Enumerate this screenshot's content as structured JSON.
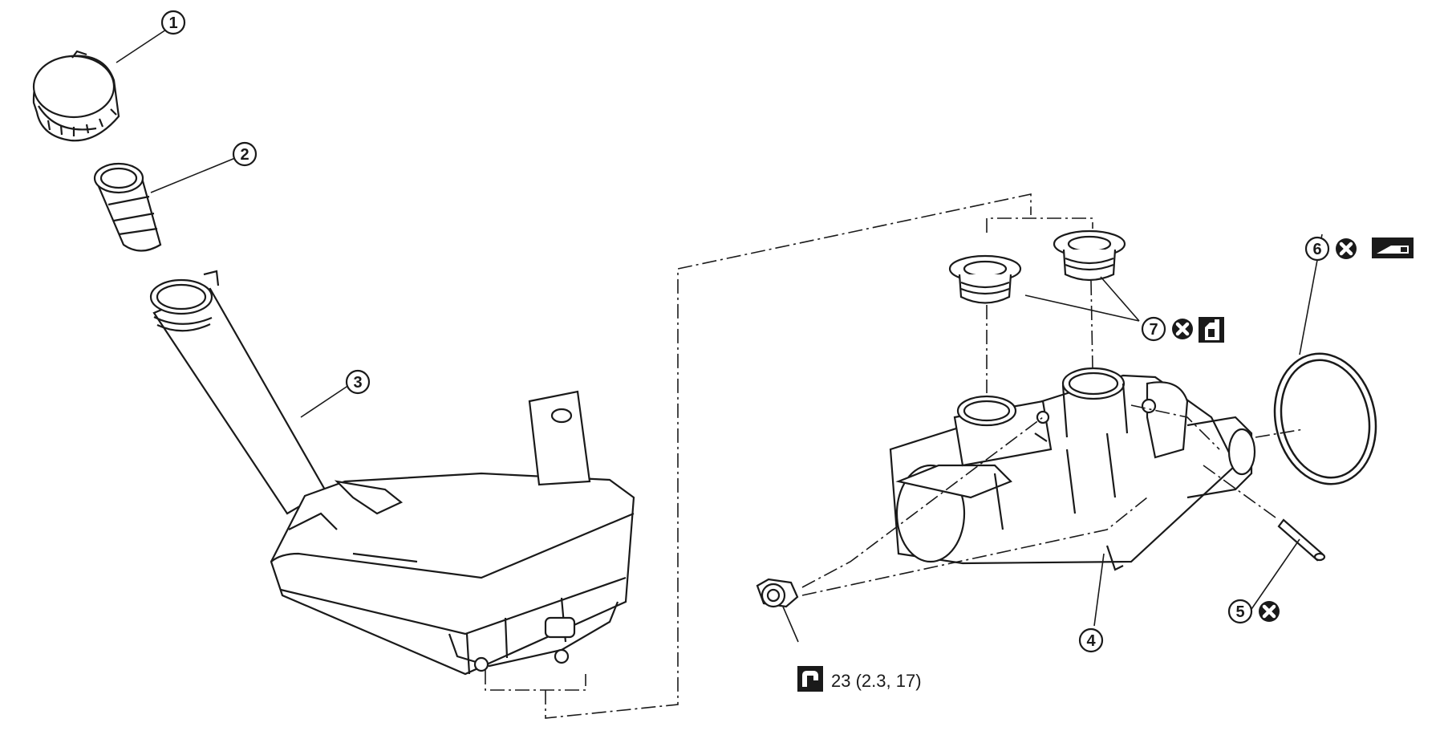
{
  "callouts": [
    {
      "id": "1",
      "label": "1"
    },
    {
      "id": "2",
      "label": "2"
    },
    {
      "id": "3",
      "label": "3"
    },
    {
      "id": "4",
      "label": "4"
    },
    {
      "id": "5",
      "label": "5"
    },
    {
      "id": "6",
      "label": "6"
    },
    {
      "id": "7",
      "label": "7"
    }
  ],
  "torque_spec": "23 (2.3, 17)",
  "symbols": {
    "do_not_reuse": "x-mark-icon",
    "torque": "wrench-torque-icon",
    "brake_fluid": "fluid-bottle-icon",
    "rubber_grease": "grease-tube-icon"
  },
  "colors": {
    "line": "#1a1a1a",
    "background": "#ffffff"
  }
}
